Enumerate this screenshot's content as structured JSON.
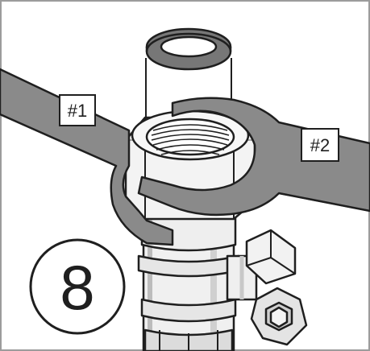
{
  "figure": {
    "step_number": "8",
    "wrench_labels": {
      "first": "#1",
      "second": "#2"
    }
  },
  "colors": {
    "background": "#ffffff",
    "outline": "#1f1f1f",
    "wrench_fill": "#8a8a8a",
    "fitting_fill": "#f2f2f2",
    "shadow_fill": "#d9d9d9",
    "washer_fill": "#777777",
    "frame_border": "#9c9c9c"
  }
}
